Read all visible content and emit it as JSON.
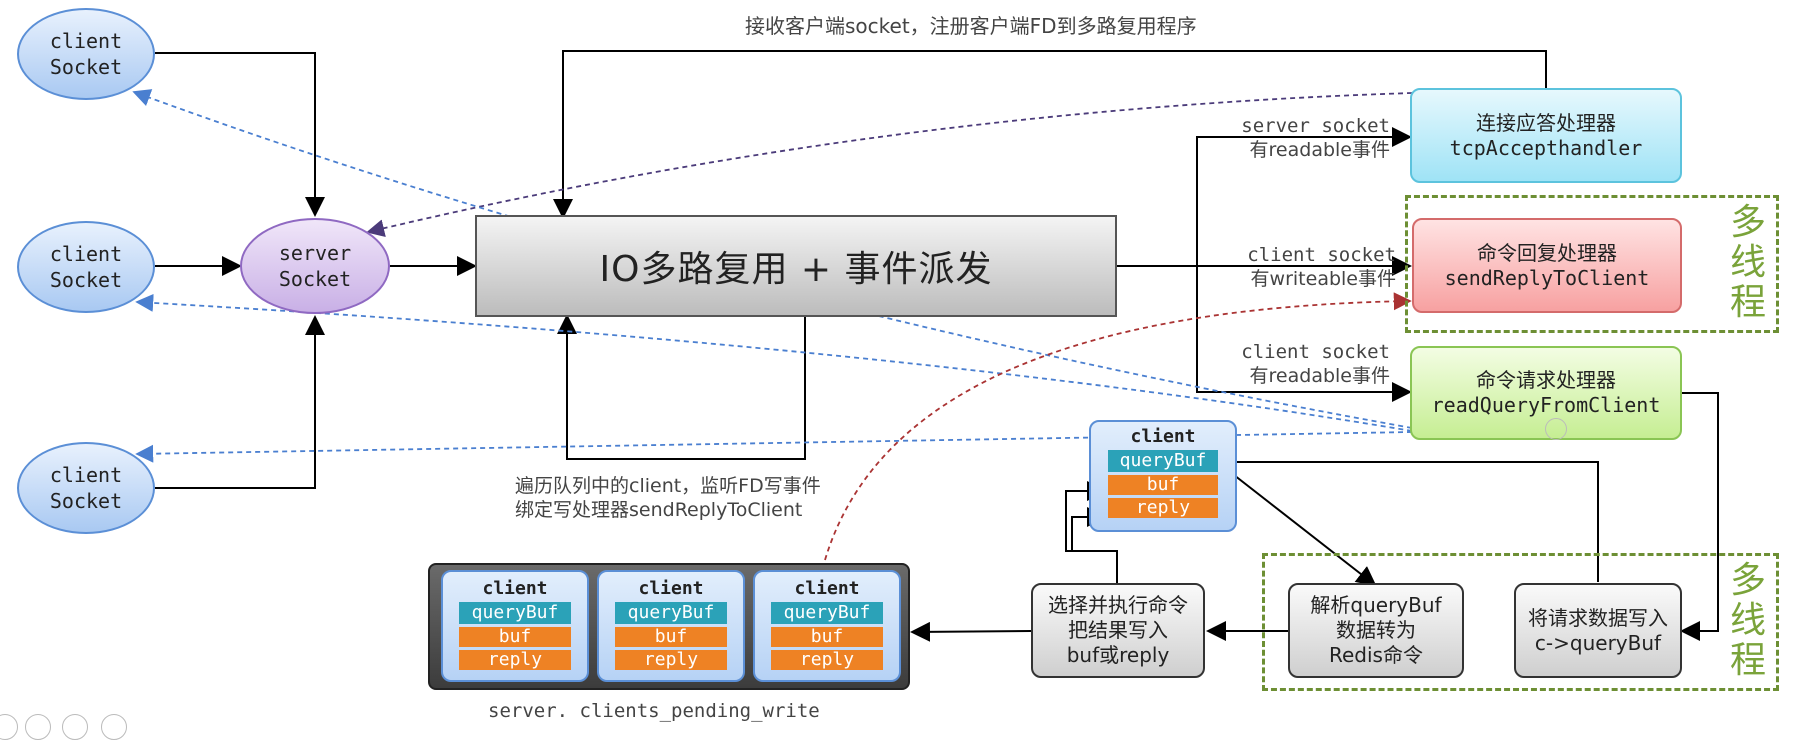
{
  "top_note": "接收客户端socket，注册客户端FD到多路复用程序",
  "clients": [
    {
      "line1": "client",
      "line2": "Socket"
    },
    {
      "line1": "client",
      "line2": "Socket"
    },
    {
      "line1": "client",
      "line2": "Socket"
    }
  ],
  "server": {
    "line1": "server",
    "line2": "Socket"
  },
  "hub_title": "IO多路复用 + 事件派发",
  "events": [
    {
      "line1": "server socket",
      "line2": "有readable事件"
    },
    {
      "line1": "client socket",
      "line2": "有writeable事件"
    },
    {
      "line1": "client socket",
      "line2": "有readable事件"
    }
  ],
  "handlers": [
    {
      "title": "连接应答处理器",
      "code": "tcpAccepthandler",
      "color": "#9fe3f6"
    },
    {
      "title": "命令回复处理器",
      "code": "sendReplyToClient",
      "color": "#f7a1a1"
    },
    {
      "title": "命令请求处理器",
      "code": "readQueryFromClient",
      "color": "#c6ee93"
    }
  ],
  "multithread_label": "多线程",
  "loop_note": {
    "line1": "遍历队列中的client，监听FD写事件",
    "line2": "绑定写处理器sendReplyToClient"
  },
  "client_struct": {
    "title": "client",
    "fields": [
      "queryBuf",
      "buf",
      "reply"
    ]
  },
  "queue_clients": [
    {
      "title": "client",
      "fields": [
        "queryBuf",
        "buf",
        "reply"
      ]
    },
    {
      "title": "client",
      "fields": [
        "queryBuf",
        "buf",
        "reply"
      ]
    },
    {
      "title": "client",
      "fields": [
        "queryBuf",
        "buf",
        "reply"
      ]
    }
  ],
  "queue_label": "server. clients_pending_write",
  "steps": {
    "exec": {
      "line1": "选择并执行命令",
      "line2": "把结果写入",
      "line3": "buf或reply"
    },
    "parse": {
      "line1": "解析queryBuf",
      "line2": "数据转为",
      "line3": "Redis命令"
    },
    "write": {
      "line1": "将请求数据写入",
      "line2": "c->queryBuf"
    }
  },
  "colors": {
    "querybuf": "#2ba2b8",
    "buf": "#ee8224",
    "multithread": "#7aa33a"
  }
}
